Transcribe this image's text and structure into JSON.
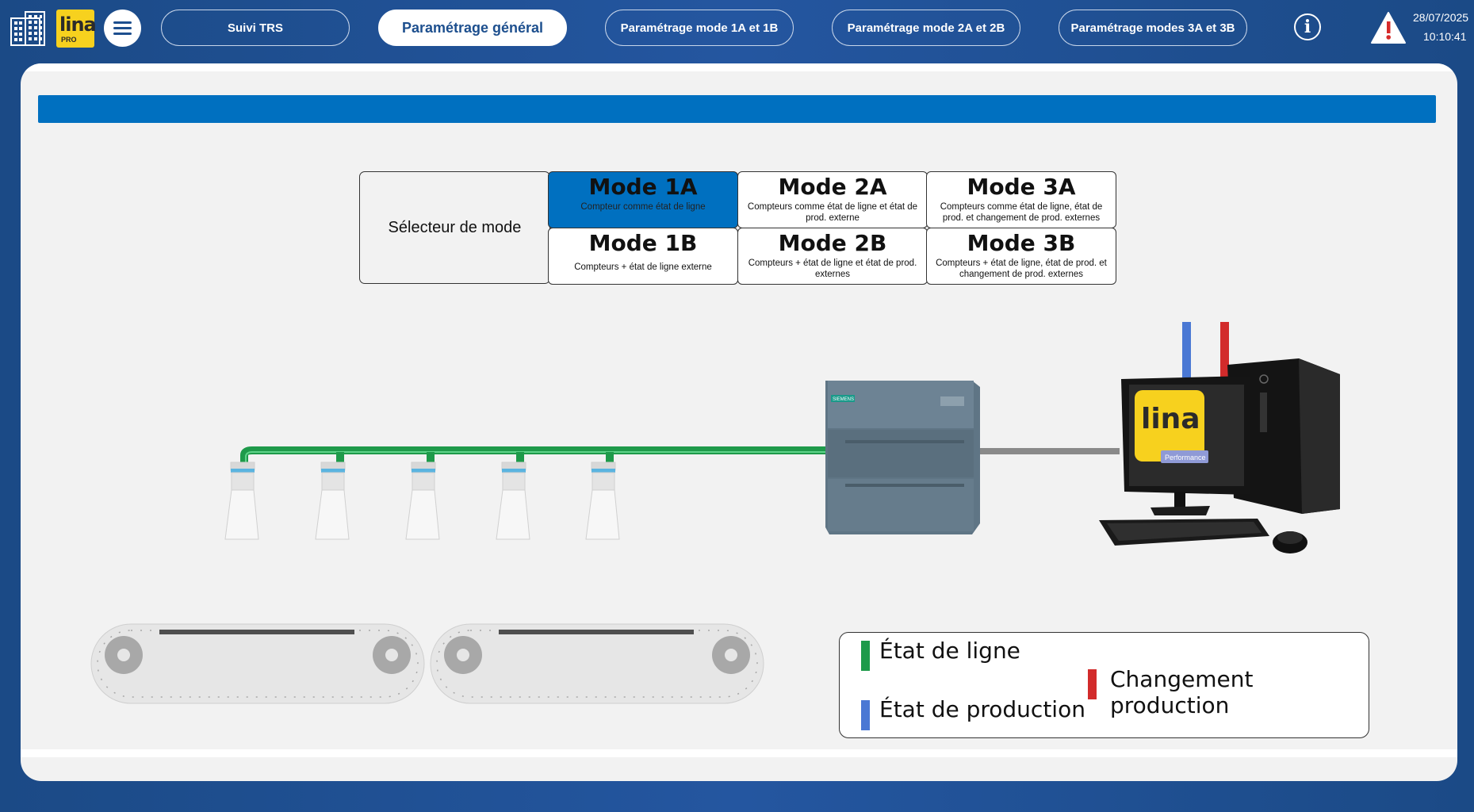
{
  "header": {
    "logo_text": "lina",
    "logo_sub": "PRO",
    "tabs": [
      {
        "label": "Suivi TRS"
      },
      {
        "label": "Paramétrage général"
      },
      {
        "label": "Paramétrage mode 1A et 1B"
      },
      {
        "label": "Paramétrage mode 2A et 2B"
      },
      {
        "label": "Paramétrage modes 3A et 3B"
      }
    ],
    "active_tab": "Paramétrage général",
    "info_label": "i",
    "date": "28/07/2025",
    "time": "10:10:41",
    "icons": [
      "grid-icon",
      "menu-icon",
      "info-icon",
      "alert-icon"
    ]
  },
  "mode_selector": {
    "label": "Sélecteur de mode",
    "selected": "Mode 1A",
    "modes": [
      {
        "title": "Mode 1A",
        "desc": "Compteur comme état de ligne"
      },
      {
        "title": "Mode 2A",
        "desc": "Compteurs comme état de ligne et état de prod. externe"
      },
      {
        "title": "Mode 3A",
        "desc": "Compteurs comme état de ligne, état de prod. et changement de prod. externes"
      },
      {
        "title": "Mode 1B",
        "desc": "Compteurs + état de ligne externe"
      },
      {
        "title": "Mode 2B",
        "desc": "Compteurs + état de ligne et état de prod. externes"
      },
      {
        "title": "Mode 3B",
        "desc": "Compteurs + état de ligne, état de prod. et changement de prod. externes"
      }
    ]
  },
  "diagram": {
    "plc_brand": "SIEMENS",
    "screen_logo": "lina",
    "screen_badge": "Performance"
  },
  "legend": {
    "items": [
      {
        "label": "État de ligne",
        "color": "#1e9a4a"
      },
      {
        "label": "Changement production",
        "color": "#d22b2b"
      },
      {
        "label": "État de production",
        "color": "#4a78d4"
      }
    ]
  },
  "colors": {
    "accent": "#0070c0",
    "header_bg": "#1d4f8e",
    "panel_bg": "#f2f2f2"
  }
}
